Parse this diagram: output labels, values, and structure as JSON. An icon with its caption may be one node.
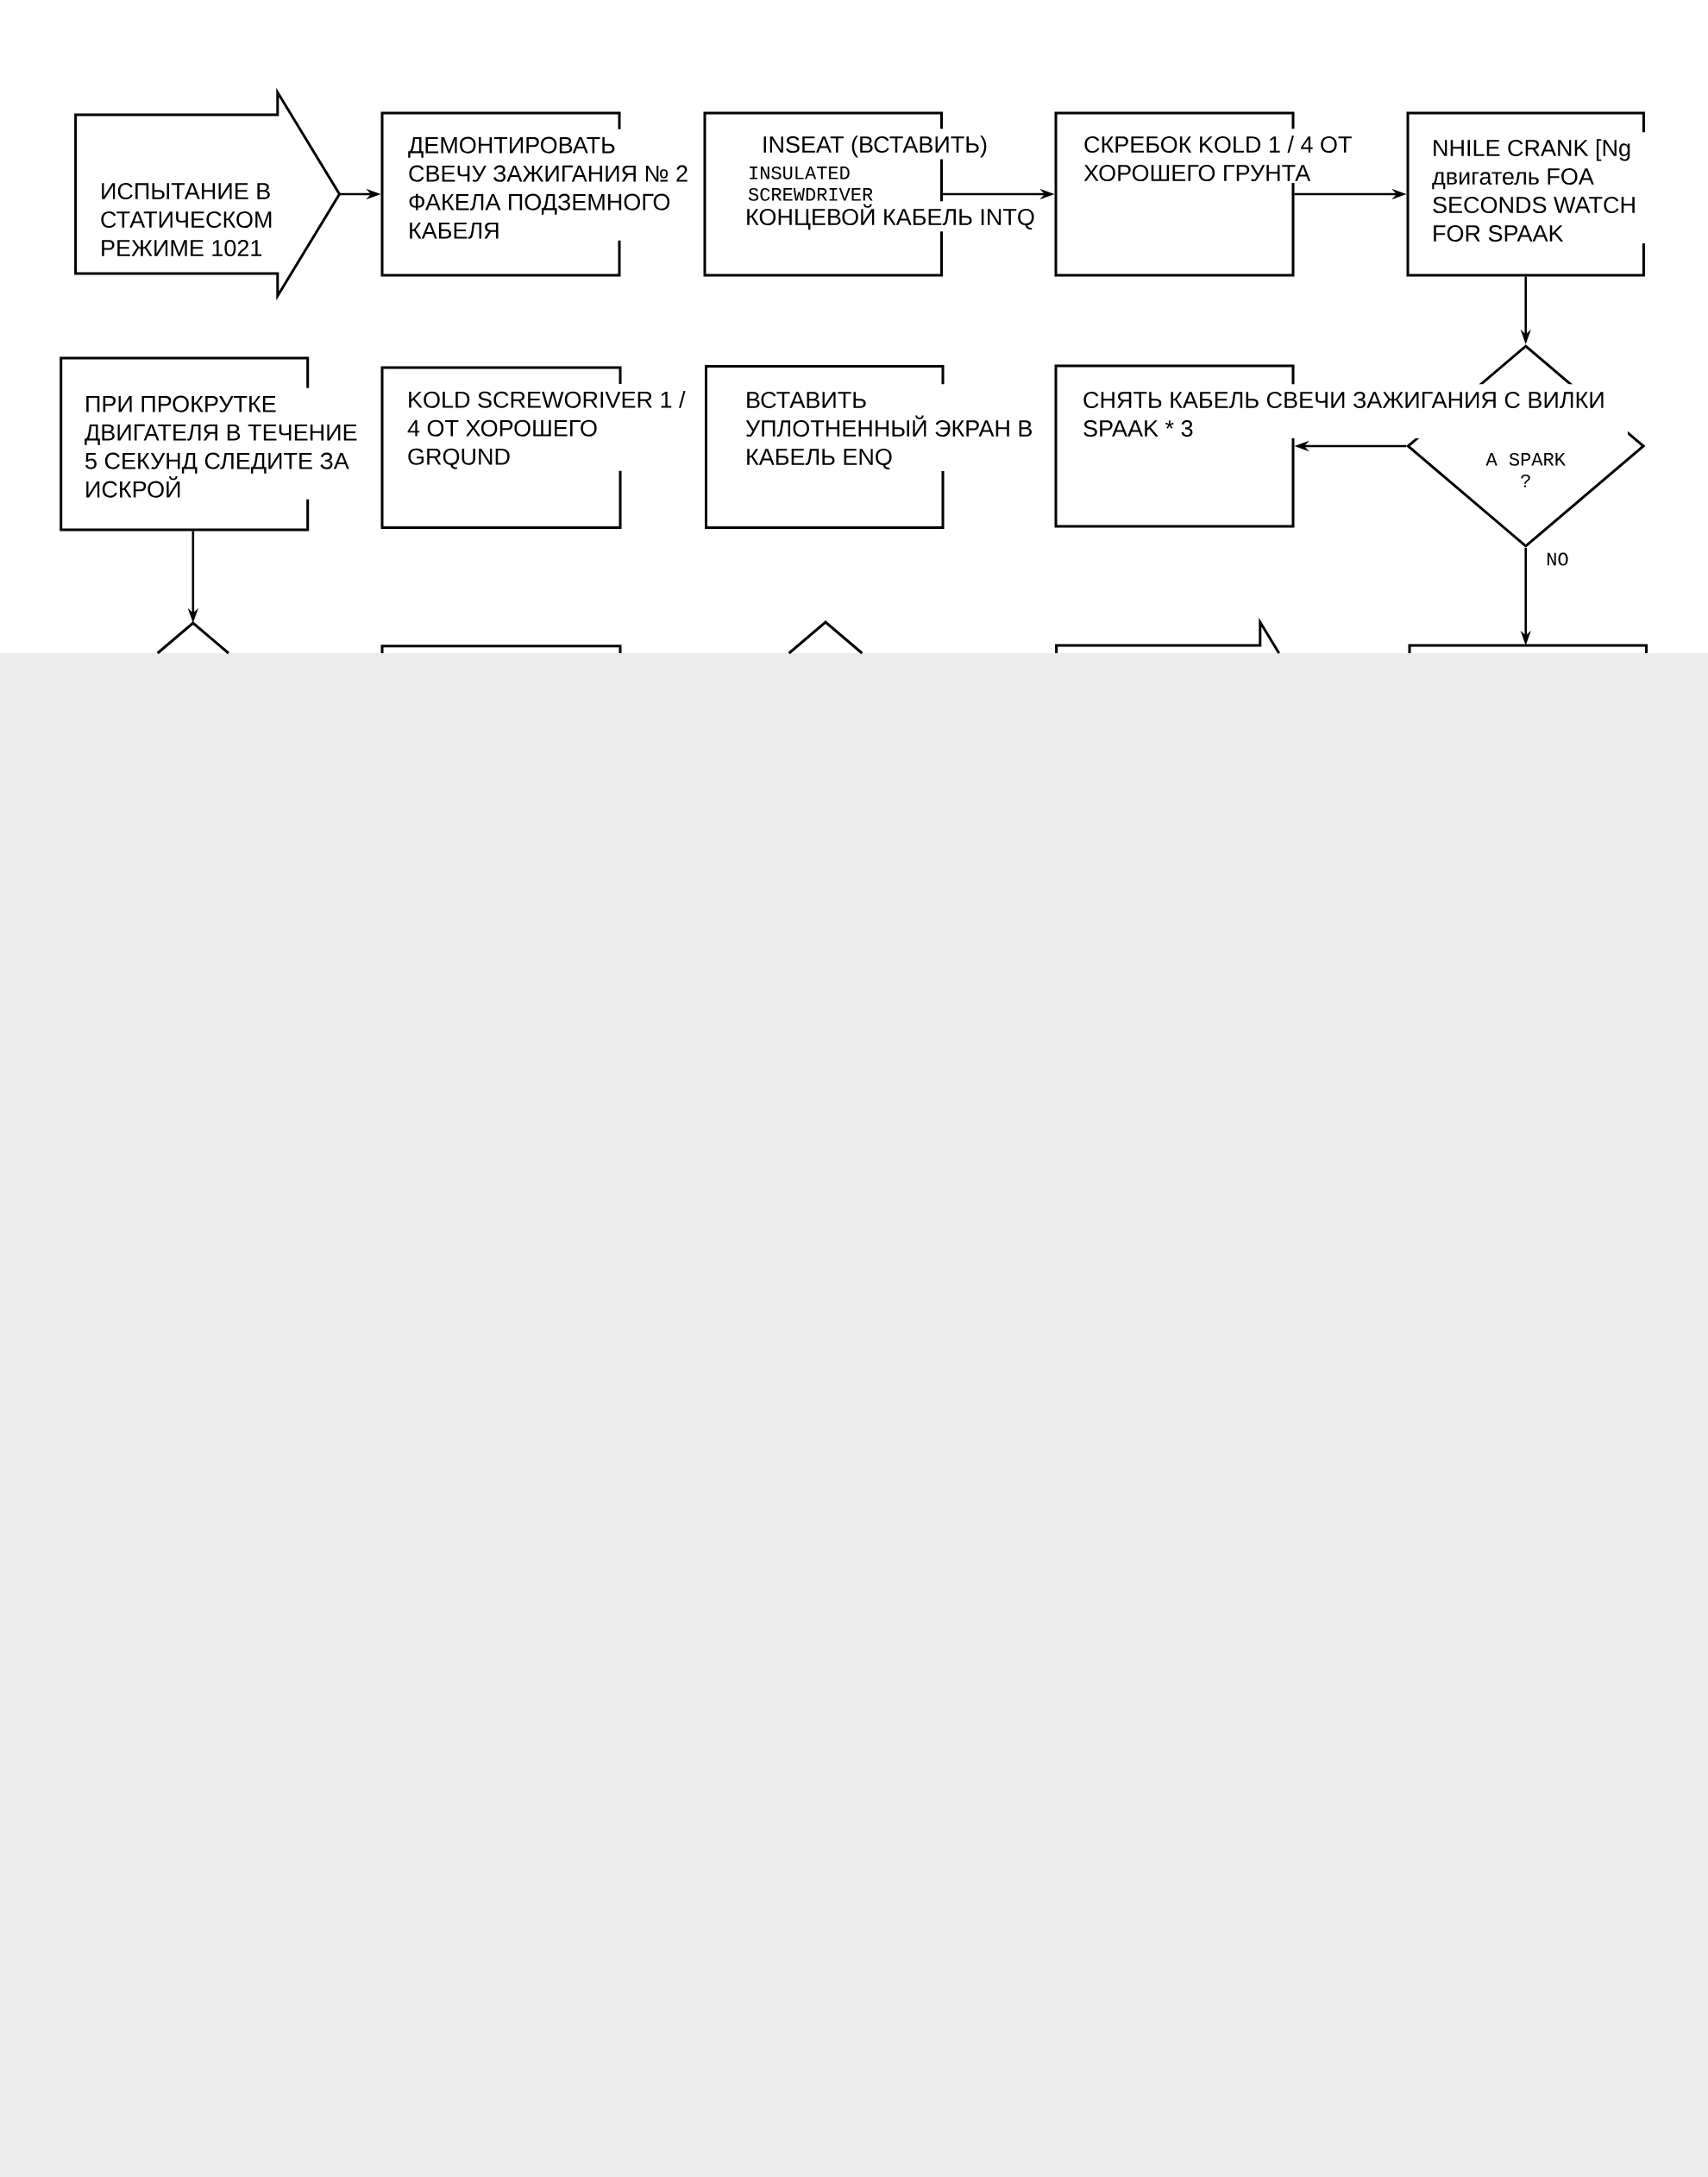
{
  "diagram": {
    "nodes": [
      {
        "text": [
          "ИСПЫТАНИЕ В СТАТИЧЕСКОМ РЕЖИМЕ 1021"
        ]
      },
      {
        "text": [
          "ДЕМОНТИРОВАТЬ СВЕЧУ ЗАЖИГАНИЯ № 2 ФАКЕЛА ПОДЗЕМНОГО КАБЕЛЯ"
        ]
      },
      {
        "text": [
          "INSEAT (ВСТАВИТЬ)",
          "INSULATED SCREWDRIVER",
          "КОНЦЕВОЙ КАБЕЛЬ INTQ"
        ]
      },
      {
        "text": [
          "СКРЕБОК KOLD 1 / 4 ОТ ХОРОШЕГО ГРУНТА"
        ]
      },
      {
        "text": [
          "NHILE CRANK [Ng двигатель FOA SECONDS WATCH FOR SPAAK"
        ]
      },
      {
        "text": [
          "A SPARK ?"
        ]
      },
      {
        "text": [
          "ПРИ ПРОКРУТКЕ ДВИГАТЕЛЯ В ТЕЧЕНИЕ 5 СЕКУНД СЛЕДИТЕ ЗА ИСКРОЙ"
        ]
      },
      {
        "text": [
          "KOLD SCREWORIVER 1 / 4 ОТ ХОРОШЕГО GRQUND"
        ]
      },
      {
        "text": [
          "ВСТАВИТЬ УПЛОТНЕННЫЙ ЭКРАН В КАБЕЛЬ ENQ"
        ]
      },
      {
        "text": [
          "СНЯТЬ КАБЕЛЬ СВЕЧИ ЗАЖИГАНИЯ С ВИЛКИ SPAAK * 3"
        ]
      },
      {
        "text": [],
        "shape": "diamond"
      },
      {
        "text": [],
        "shape": "box"
      },
      {
        "text": [],
        "shape": "diamond"
      },
      {
        "text": [],
        "shape": "arrow"
      },
      {
        "text": [],
        "shape": "box"
      }
    ],
    "edges": [
      {
        "from": 0,
        "to": 1,
        "arrow": "to"
      },
      {
        "from": 2,
        "to": 3,
        "arrow": "to"
      },
      {
        "from": 3,
        "to": 4,
        "arrow": "to"
      },
      {
        "from": 4,
        "to": 5,
        "arrow": "to"
      },
      {
        "from": 5,
        "to": 9,
        "arrow": "to"
      },
      {
        "from": 5,
        "to": 14,
        "arrow": "to",
        "label": "NO"
      },
      {
        "from": 6,
        "to": 10,
        "arrow": "to"
      }
    ]
  }
}
